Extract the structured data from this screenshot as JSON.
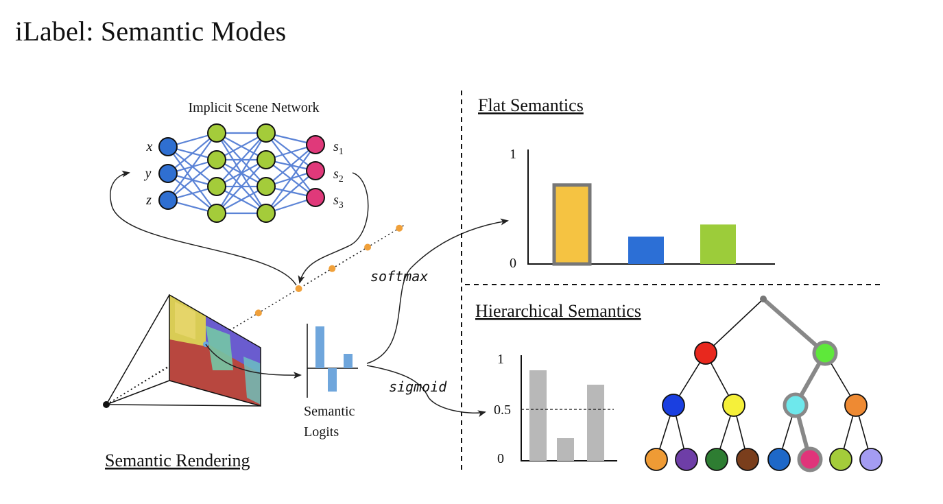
{
  "slide": {
    "title": "iLabel: Semantic Modes"
  },
  "network": {
    "title": "Implicit Scene Network",
    "inputs": [
      "x",
      "y",
      "z"
    ],
    "outputs": [
      {
        "base": "s",
        "sub": "1"
      },
      {
        "base": "s",
        "sub": "2"
      },
      {
        "base": "s",
        "sub": "3"
      }
    ],
    "colors": {
      "input": "#2f6fd1",
      "hidden": "#a4cc3a",
      "output": "#e0397a",
      "edge": "#5b83d6"
    }
  },
  "rendering": {
    "label": "Semantic Rendering",
    "logits_label": [
      "Semantic",
      "Logits"
    ]
  },
  "ops": {
    "softmax": "softmax",
    "sigmoid": "sigmoid"
  },
  "flat": {
    "title": "Flat Semantics",
    "axis": {
      "top": "1",
      "bottom": "0"
    },
    "chart_data": {
      "type": "bar",
      "values": [
        0.72,
        0.25,
        0.36
      ],
      "colors": [
        "#f5c342",
        "#2c6fd6",
        "#9ccc3a"
      ],
      "highlighted": 0,
      "ylim": [
        0,
        1
      ]
    }
  },
  "hierarchical": {
    "title": "Hierarchical Semantics",
    "axis": {
      "top": "1",
      "mid": "0.5",
      "bottom": "0"
    },
    "chart_data": {
      "type": "bar",
      "values": [
        0.88,
        0.22,
        0.74
      ],
      "threshold": 0.5,
      "ylim": [
        0,
        1
      ],
      "color": "#b8b8b8"
    },
    "tree": {
      "level1": [
        "#e8281e",
        "#5ee83a"
      ],
      "level2": [
        "#1a3fe0",
        "#f5f03a",
        "#6ee8ec",
        "#ee8a33"
      ],
      "leaves": [
        "#ef9b35",
        "#6e3ea7",
        "#2e7d32",
        "#7a3e1c",
        "#1e68c8",
        "#e0347a",
        "#a4cc3a",
        "#a49cf2"
      ],
      "highlight_path": "root > level1[1] > level2[2] > leaves[5]"
    }
  }
}
